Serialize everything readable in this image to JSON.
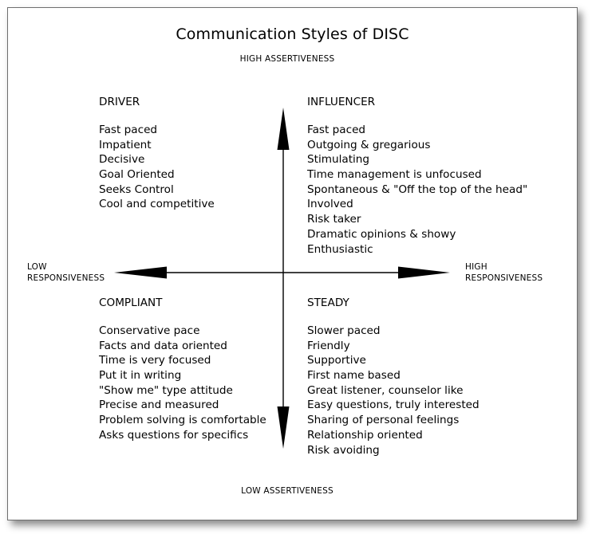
{
  "title": "Communication Styles of DISC",
  "axes": {
    "top": "HIGH ASSERTIVENESS",
    "bottom": "LOW ASSERTIVENESS",
    "left": [
      "LOW",
      "RESPONSIVENESS"
    ],
    "right": [
      "HIGH",
      "RESPONSIVENESS"
    ]
  },
  "quadrants": {
    "driver": {
      "heading": "DRIVER",
      "items": [
        "Fast paced",
        "Impatient",
        "Decisive",
        "Goal Oriented",
        "Seeks Control",
        "Cool and competitive"
      ]
    },
    "influencer": {
      "heading": "INFLUENCER",
      "items": [
        "Fast paced",
        "Outgoing & gregarious",
        "Stimulating",
        "Time management is unfocused",
        "Spontaneous & \"Off the top of the head\"",
        "Involved",
        "Risk taker",
        "Dramatic opinions & showy",
        "Enthusiastic"
      ]
    },
    "compliant": {
      "heading": "COMPLIANT",
      "items": [
        "Conservative pace",
        "Facts and data oriented",
        "Time is very focused",
        "Put it in writing",
        "\"Show me\" type attitude",
        "Precise and measured",
        "Problem solving is comfortable",
        "Asks questions for specifics"
      ]
    },
    "steady": {
      "heading": "STEADY",
      "items": [
        "Slower paced",
        "Friendly",
        "Supportive",
        "First name based",
        "Great listener, counselor like",
        "Easy questions, truly interested",
        "Sharing of personal feelings",
        "Relationship oriented",
        "Risk avoiding"
      ]
    }
  }
}
